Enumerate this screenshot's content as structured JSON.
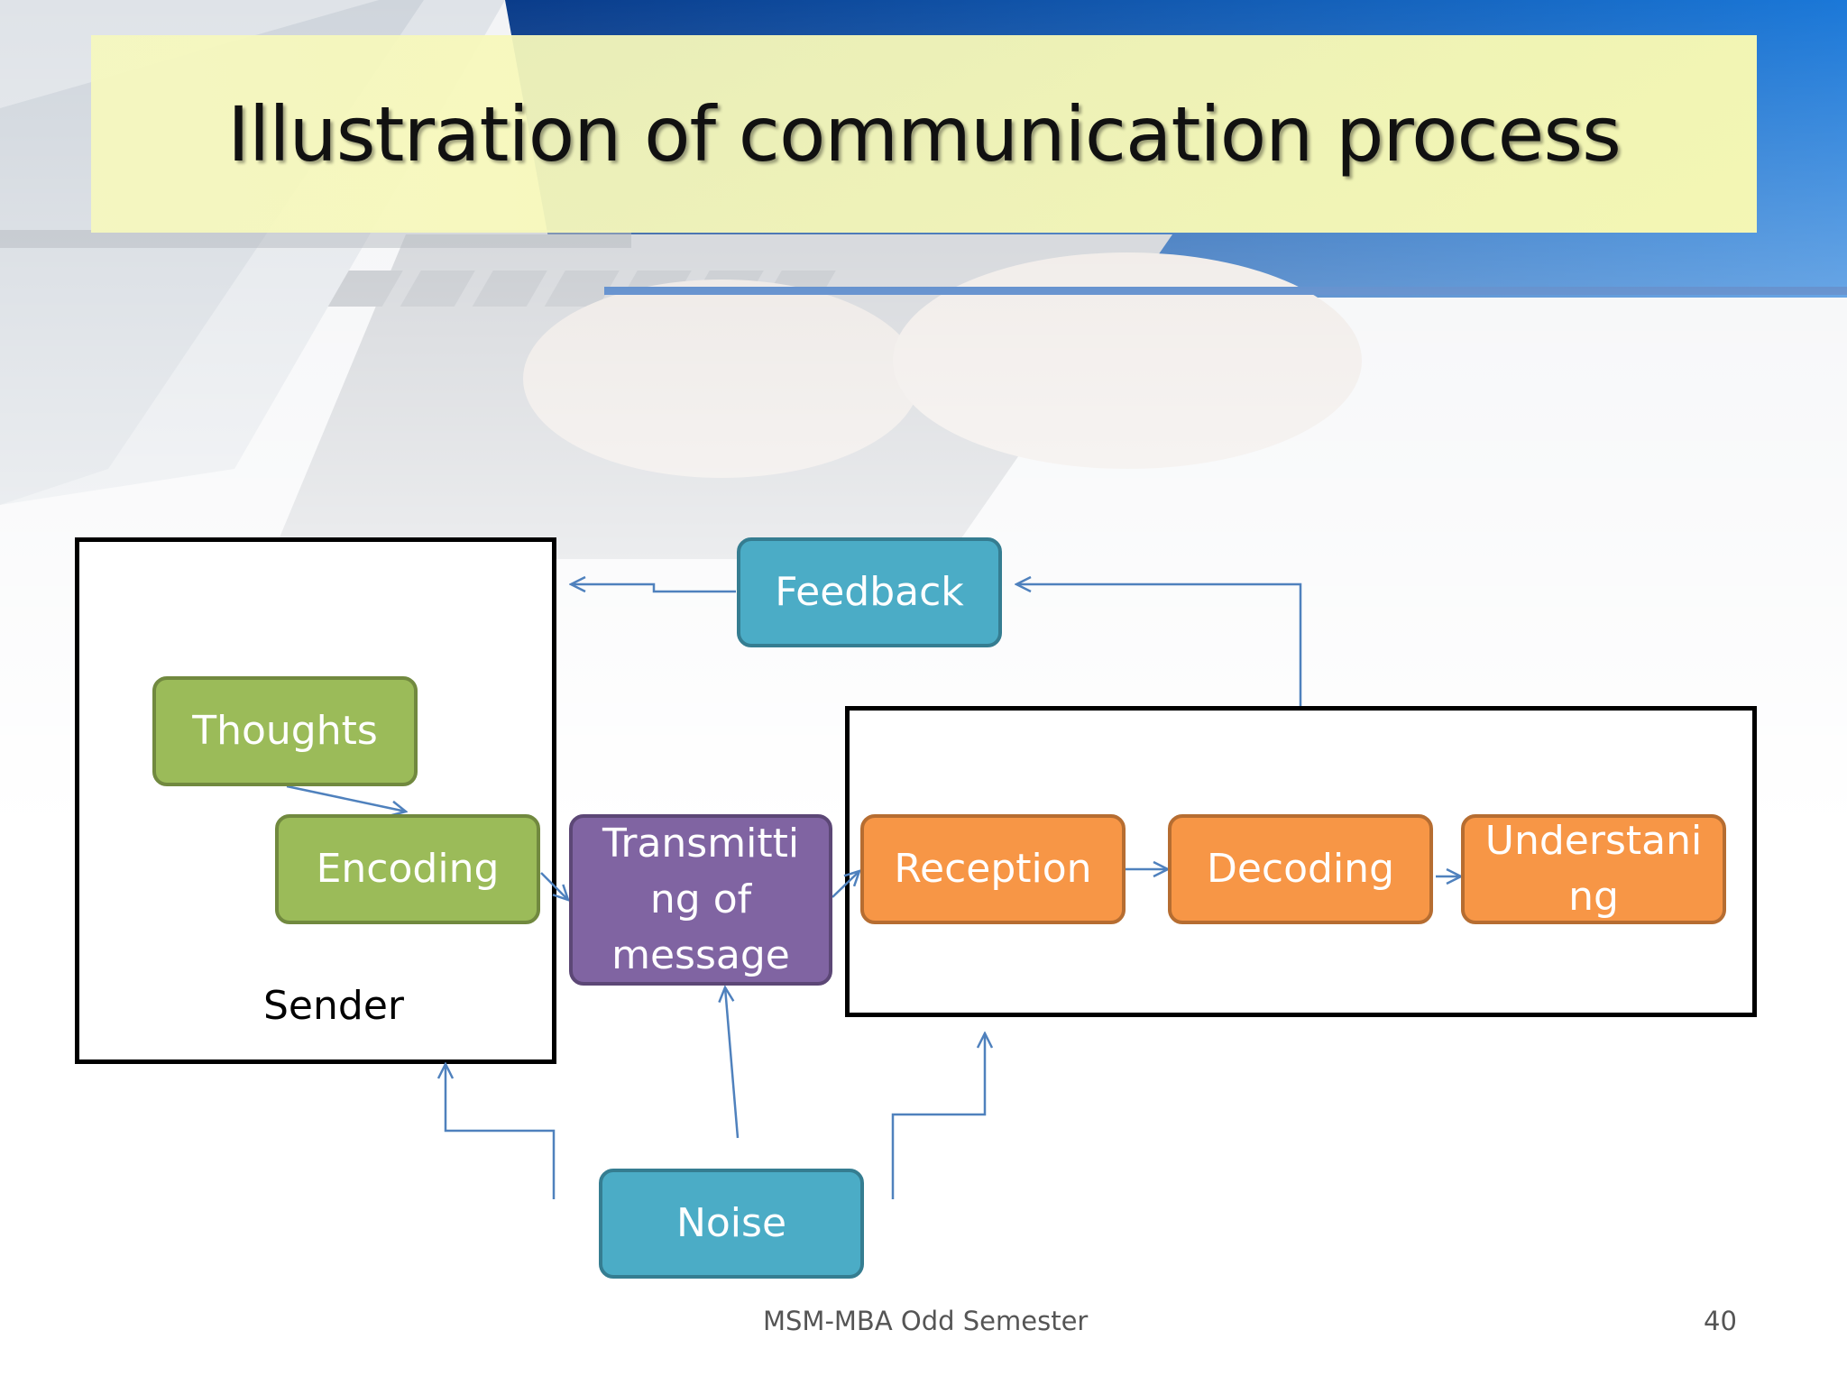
{
  "slide": {
    "title": "Illustration of communication process",
    "footer_text": "MSM-MBA Odd Semester",
    "page_number": "40"
  },
  "diagram": {
    "sender_label": "Sender",
    "nodes": {
      "thoughts": "Thoughts",
      "encoding": "Encoding",
      "transmitting": "Transmitti\nng of\nmessage",
      "reception": "Reception",
      "decoding": "Decoding",
      "understanding": "Understani\nng",
      "feedback": "Feedback",
      "noise": "Noise"
    }
  },
  "colors": {
    "green": "#9bbb59",
    "purple": "#8064a2",
    "orange": "#f79646",
    "blue": "#4bacc6",
    "connector": "#4f81bd"
  }
}
